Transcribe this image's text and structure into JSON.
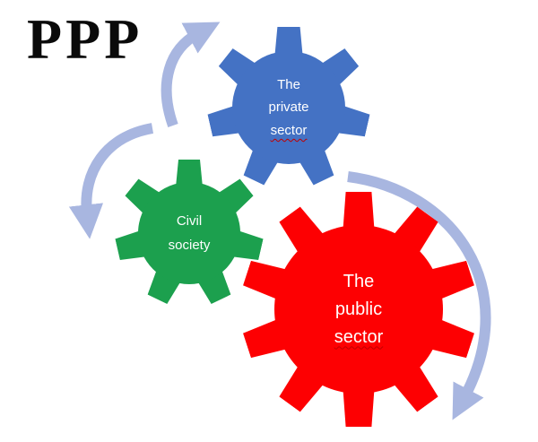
{
  "title": "PPP",
  "gears": {
    "private_sector": {
      "lines": [
        "The",
        "private",
        "sector"
      ],
      "color": "#4472c4"
    },
    "civil_society": {
      "lines": [
        "Civil",
        "society"
      ],
      "color": "#1ca04e"
    },
    "public_sector": {
      "lines": [
        "The",
        "public",
        "sector"
      ],
      "color": "#fd0002"
    }
  },
  "arrow_color": "#a8b6e0",
  "text_color": "#ffffff",
  "squiggle_color": "#c00000"
}
